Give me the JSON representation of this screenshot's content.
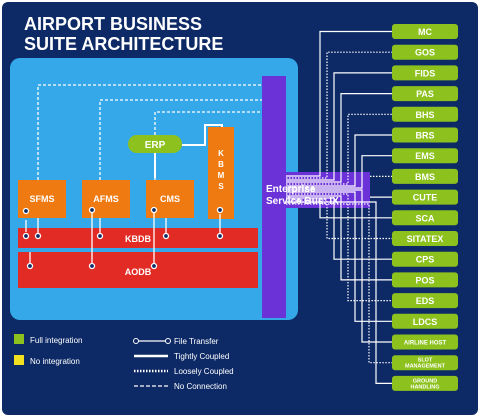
{
  "title": {
    "line1": "AIRPORT BUSINESS",
    "line2": "SUITE ARCHITECTURE"
  },
  "bus": {
    "line1": "Enterprise",
    "line2": "Service Bus: IX"
  },
  "components": {
    "erp": "ERP",
    "kbms": "KBMS",
    "sfms": "SFMS",
    "afms": "AFMS",
    "cms": "CMS",
    "kbdb": "KBDB",
    "aodb": "AODB"
  },
  "systems": [
    {
      "label": "MC"
    },
    {
      "label": "GOS"
    },
    {
      "label": "FIDS"
    },
    {
      "label": "PAS"
    },
    {
      "label": "BHS"
    },
    {
      "label": "BRS"
    },
    {
      "label": "EMS"
    },
    {
      "label": "BMS"
    },
    {
      "label": "CUTE"
    },
    {
      "label": "SCA"
    },
    {
      "label": "SITATEX"
    },
    {
      "label": "CPS"
    },
    {
      "label": "POS"
    },
    {
      "label": "EDS"
    },
    {
      "label": "LDCS"
    },
    {
      "label": "AIRLINE HOST"
    },
    {
      "label": "SLOT MANAGEMENT"
    },
    {
      "label": "GROUND HANDLING"
    }
  ],
  "legend": {
    "full_integration": "Full integration",
    "no_integration": "No integration",
    "file_transfer": "File Transfer",
    "tightly_coupled": "Tightly Coupled",
    "loosely_coupled": "Loosely Coupled",
    "no_connection": "No Connection"
  },
  "colors": {
    "navy": "#0d2a66",
    "light_blue": "#34a8e8",
    "orange": "#f07a12",
    "red": "#e32b25",
    "purple": "#6b32d8",
    "green": "#8cc11e",
    "yellow": "#f0e020",
    "white": "#ffffff"
  }
}
